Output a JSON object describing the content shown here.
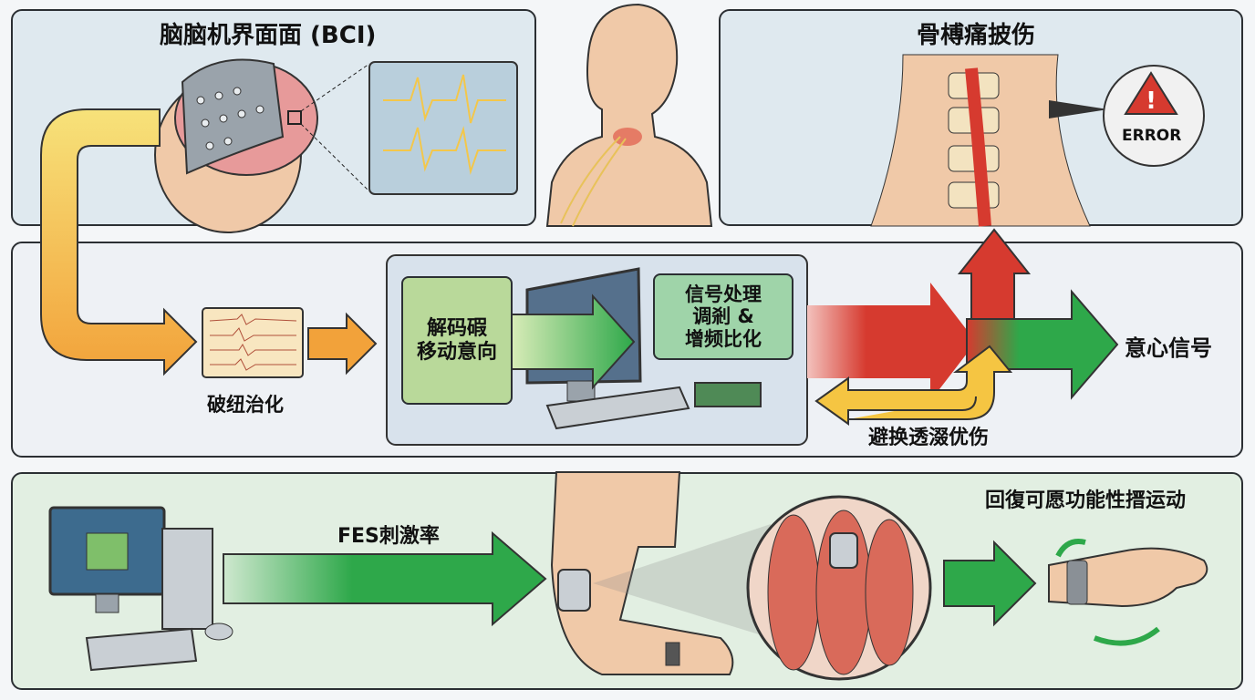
{
  "panels": {
    "bci": {
      "title": "脑脑机界面面 (BCI)"
    },
    "injury": {
      "title": "骨榑痛披伤",
      "error_badge": "ERROR"
    },
    "processing": {
      "signal_label": "破纽治化",
      "decode_lines": [
        "解码碬",
        "移动意向"
      ],
      "process_lines": [
        "信号处理",
        "调剎 &",
        "增频比化"
      ],
      "output_label": "意心信号",
      "bypass_label": "避换透涰优伤"
    },
    "fes": {
      "stim_label": "FES刺激率",
      "outcome_label": "回復可愿功能性搢运动"
    }
  },
  "colors": {
    "red_arrow": "#d63a2f",
    "green_arrow": "#2ea84a",
    "yellow_arrow": "#f5c542",
    "orange_arrow": "#f2a23a",
    "panel_blue": "#dfe9ef",
    "panel_green": "#e2efe2"
  }
}
